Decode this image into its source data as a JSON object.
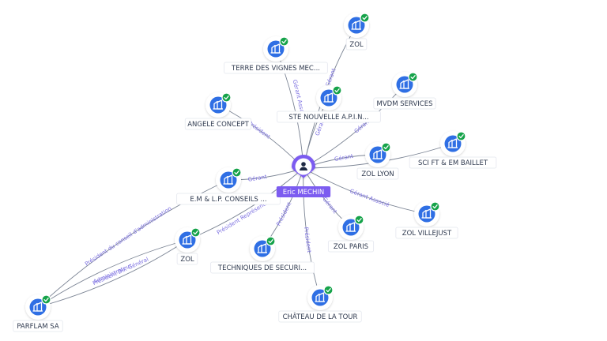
{
  "colors": {
    "company_icon": "#2f6fe4",
    "check_badge": "#16a34a",
    "person_pin": "#7c5cf0",
    "edge": "#7b8494",
    "edge_label": "#7b6fe0"
  },
  "center": {
    "name": "Eric MECHIN",
    "icon": "person-icon"
  },
  "nodes": [
    {
      "id": "n1",
      "label": "TERRE DES VIGNES MEC...",
      "icon": "building-icon"
    },
    {
      "id": "n2",
      "label": "ZOL",
      "icon": "building-icon"
    },
    {
      "id": "n3",
      "label": "ANGELE CONCEPT",
      "icon": "building-icon"
    },
    {
      "id": "n4",
      "label": "STE NOUVELLE A.P.I.N...",
      "icon": "building-icon"
    },
    {
      "id": "n5",
      "label": "MVDM SERVICES",
      "icon": "building-icon"
    },
    {
      "id": "n6",
      "label": "ZOL LYON",
      "icon": "building-icon"
    },
    {
      "id": "n7",
      "label": "SCI FT & EM BAILLET",
      "icon": "building-icon"
    },
    {
      "id": "n8",
      "label": "E.M & L.P. CONSEILS ...",
      "icon": "building-icon"
    },
    {
      "id": "n9",
      "label": "ZOL VILLEJUST",
      "icon": "building-icon"
    },
    {
      "id": "n10",
      "label": "ZOL",
      "icon": "building-icon"
    },
    {
      "id": "n11",
      "label": "ZOL PARIS",
      "icon": "building-icon"
    },
    {
      "id": "n12",
      "label": "TECHNIQUES DE SECURI...",
      "icon": "building-icon"
    },
    {
      "id": "n13",
      "label": "PARFLAM SA",
      "icon": "building-icon"
    },
    {
      "id": "n14",
      "label": "CHÂTEAU DE LA TOUR",
      "icon": "building-icon"
    }
  ],
  "edges": [
    {
      "from": "center",
      "to": "n1",
      "label": "Gérant Associé"
    },
    {
      "from": "center",
      "to": "n2",
      "label": "Gérant"
    },
    {
      "from": "center",
      "to": "n3",
      "label": "Président"
    },
    {
      "from": "center",
      "to": "n4",
      "label": "Gérant"
    },
    {
      "from": "center",
      "to": "n5",
      "label": "Gérant"
    },
    {
      "from": "center",
      "to": "n6",
      "label": "Gérant"
    },
    {
      "from": "center",
      "to": "n7",
      "label": ""
    },
    {
      "from": "center",
      "to": "n8",
      "label": "Gérant"
    },
    {
      "from": "center",
      "to": "n9",
      "label": "Gérant Associé"
    },
    {
      "from": "center",
      "to": "n10",
      "label": "Président Représentant"
    },
    {
      "from": "center",
      "to": "n11",
      "label": "Gérant"
    },
    {
      "from": "center",
      "to": "n12",
      "label": "Président"
    },
    {
      "from": "center",
      "to": "n14",
      "label": "Président"
    },
    {
      "from": "n13",
      "to": "n8",
      "label": "Président du conseil d'administration"
    },
    {
      "from": "n13",
      "to": "n10",
      "label": "Administrateur"
    },
    {
      "from": "n13",
      "to": "n10",
      "label": "Président Dir. Général"
    }
  ]
}
